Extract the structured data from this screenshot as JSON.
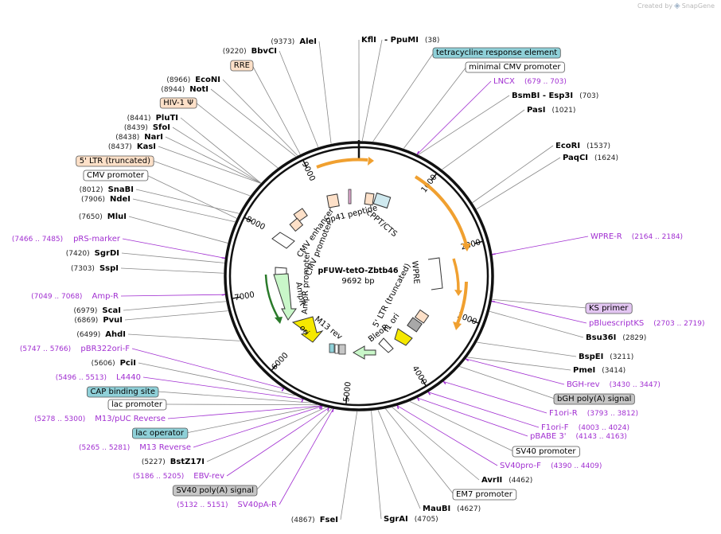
{
  "watermark": {
    "created_by": "Created by",
    "brand": "SnapGene"
  },
  "plasmid": {
    "name": "pFUW-tetO-Zbtb46",
    "length_label": "9692 bp",
    "length": 9692
  },
  "ticks": [
    {
      "bp": 1000,
      "label": "1000"
    },
    {
      "bp": 2000,
      "label": "2000"
    },
    {
      "bp": 3000,
      "label": "3000"
    },
    {
      "bp": 4000,
      "label": "4000"
    },
    {
      "bp": 5000,
      "label": "5000"
    },
    {
      "bp": 6000,
      "label": "6000"
    },
    {
      "bp": 7000,
      "label": "7000"
    },
    {
      "bp": 8000,
      "label": "8000"
    },
    {
      "bp": 9000,
      "label": "9000"
    }
  ],
  "labels": [
    {
      "id": "kfli",
      "kind": "enzyme",
      "name": "KflI",
      "pos": "",
      "bp": 1
    },
    {
      "id": "ppumi",
      "kind": "enzyme",
      "name": "- PpuMI",
      "pos": "(38)",
      "bp": 38
    },
    {
      "id": "tre",
      "kind": "box",
      "style": "teal",
      "name": "tetracycline response element",
      "bp": 160
    },
    {
      "id": "mincmv",
      "kind": "box",
      "style": "white",
      "name": "minimal CMV promoter",
      "bp": 520
    },
    {
      "id": "lncx",
      "kind": "primer",
      "name": "LNCX",
      "pos": "(679 .. 703)",
      "bp": 690
    },
    {
      "id": "bsmbi",
      "kind": "enzyme",
      "name": "BsmBI - Esp3I",
      "pos": "(703)",
      "bp": 703
    },
    {
      "id": "pasi",
      "kind": "enzyme",
      "name": "PasI",
      "pos": "(1021)",
      "bp": 1021
    },
    {
      "id": "ecori",
      "kind": "enzyme",
      "name": "EcoRI",
      "pos": "(1537)",
      "bp": 1537
    },
    {
      "id": "paqci",
      "kind": "enzyme",
      "name": "PaqCI",
      "pos": "(1624)",
      "bp": 1624
    },
    {
      "id": "wprer",
      "kind": "primer",
      "name": "WPRE-R",
      "pos": "(2164 .. 2184)",
      "bp": 2174
    },
    {
      "id": "ksprimer",
      "kind": "box",
      "style": "purple",
      "name": "KS primer",
      "bp": 2690
    },
    {
      "id": "pbsks",
      "kind": "primer",
      "name": "pBluescriptKS",
      "pos": "(2703 .. 2719)",
      "bp": 2711
    },
    {
      "id": "bsu36i",
      "kind": "enzyme",
      "name": "Bsu36I",
      "pos": "(2829)",
      "bp": 2829
    },
    {
      "id": "bspei",
      "kind": "enzyme",
      "name": "BspEI",
      "pos": "(3211)",
      "bp": 3211
    },
    {
      "id": "pmei",
      "kind": "enzyme",
      "name": "PmeI",
      "pos": "(3414)",
      "bp": 3414
    },
    {
      "id": "bghrev",
      "kind": "primer",
      "name": "BGH-rev",
      "pos": "(3430 .. 3447)",
      "bp": 3438
    },
    {
      "id": "bghpa",
      "kind": "box",
      "style": "gray",
      "name": "bGH poly(A) signal",
      "bp": 3550
    },
    {
      "id": "f1orir",
      "kind": "primer",
      "name": "F1ori-R",
      "pos": "(3793 .. 3812)",
      "bp": 3802
    },
    {
      "id": "f1orif",
      "kind": "primer",
      "name": "F1ori-F",
      "pos": "(4003 .. 4024)",
      "bp": 4013
    },
    {
      "id": "pbabe3",
      "kind": "primer",
      "name": "pBABE 3'",
      "pos": "(4143 .. 4163)",
      "bp": 4153
    },
    {
      "id": "sv40pro",
      "kind": "box",
      "style": "white",
      "name": "SV40 promoter",
      "bp": 4250
    },
    {
      "id": "sv40prof",
      "kind": "primer",
      "name": "SV40pro-F",
      "pos": "(4390 .. 4409)",
      "bp": 4400
    },
    {
      "id": "avrii",
      "kind": "enzyme",
      "name": "AvrII",
      "pos": "(4462)",
      "bp": 4462
    },
    {
      "id": "em7",
      "kind": "box",
      "style": "white",
      "name": "EM7 promoter",
      "bp": 4540
    },
    {
      "id": "maubi",
      "kind": "enzyme",
      "name": "MauBI",
      "pos": "(4627)",
      "bp": 4627
    },
    {
      "id": "sgrai",
      "kind": "enzyme",
      "name": "SgrAI",
      "pos": "(4705)",
      "bp": 4705
    },
    {
      "id": "fsei",
      "kind": "enzyme",
      "name": "FseI",
      "pos": "(4867)",
      "bp": 4867
    },
    {
      "id": "sv40par",
      "kind": "primer",
      "name": "SV40pA-R",
      "pos": "(5132 .. 5151)",
      "bp": 5141
    },
    {
      "id": "sv40pa",
      "kind": "box",
      "style": "gray",
      "name": "SV40 poly(A) signal",
      "bp": 5160
    },
    {
      "id": "ebvrev",
      "kind": "primer",
      "name": "EBV-rev",
      "pos": "(5186 .. 5205)",
      "bp": 5195
    },
    {
      "id": "bstz17i",
      "kind": "enzyme",
      "name": "BstZ17I",
      "pos": "(5227)",
      "bp": 5227
    },
    {
      "id": "m13rev",
      "kind": "primer",
      "name": "M13 Reverse",
      "pos": "(5265 .. 5281)",
      "bp": 5273
    },
    {
      "id": "lacop",
      "kind": "box",
      "style": "teal",
      "name": "lac operator",
      "bp": 5290
    },
    {
      "id": "m13puc",
      "kind": "primer",
      "name": "M13/pUC Reverse",
      "pos": "(5278 .. 5300)",
      "bp": 5289
    },
    {
      "id": "lacpro",
      "kind": "box",
      "style": "white",
      "name": "lac promoter",
      "bp": 5330
    },
    {
      "id": "cap",
      "kind": "box",
      "style": "teal",
      "name": "CAP binding site",
      "bp": 5400
    },
    {
      "id": "l4440",
      "kind": "primer",
      "name": "L4440",
      "pos": "(5496 .. 5513)",
      "bp": 5504
    },
    {
      "id": "pcii",
      "kind": "enzyme",
      "name": "PciI",
      "pos": "(5606)",
      "bp": 5606
    },
    {
      "id": "pbr322",
      "kind": "primer",
      "name": "pBR322ori-F",
      "pos": "(5747 .. 5766)",
      "bp": 5756
    },
    {
      "id": "ahdi",
      "kind": "enzyme",
      "name": "AhdI",
      "pos": "(6499)",
      "bp": 6499
    },
    {
      "id": "pvui",
      "kind": "enzyme",
      "name": "PvuI",
      "pos": "(6869)",
      "bp": 6869
    },
    {
      "id": "scai",
      "kind": "enzyme",
      "name": "ScaI",
      "pos": "(6979)",
      "bp": 6979
    },
    {
      "id": "ampr",
      "kind": "primer",
      "name": "Amp-R",
      "pos": "(7049 .. 7068)",
      "bp": 7058
    },
    {
      "id": "sspi",
      "kind": "enzyme",
      "name": "SspI",
      "pos": "(7303)",
      "bp": 7303
    },
    {
      "id": "sgrdi",
      "kind": "enzyme",
      "name": "SgrDI",
      "pos": "(7420)",
      "bp": 7420
    },
    {
      "id": "prsm",
      "kind": "primer",
      "name": "pRS-marker",
      "pos": "(7466 .. 7485)",
      "bp": 7475
    },
    {
      "id": "mlui",
      "kind": "enzyme",
      "name": "MluI",
      "pos": "(7650)",
      "bp": 7650
    },
    {
      "id": "ndei",
      "kind": "enzyme",
      "name": "NdeI",
      "pos": "(7906)",
      "bp": 7906
    },
    {
      "id": "snabi",
      "kind": "enzyme",
      "name": "SnaBI",
      "pos": "(8012)",
      "bp": 8012
    },
    {
      "id": "cmvpro",
      "kind": "box",
      "style": "white",
      "name": "CMV promoter",
      "bp": 7950
    },
    {
      "id": "ltr5",
      "kind": "box",
      "style": "orange",
      "name": "5' LTR (truncated)",
      "bp": 8250
    },
    {
      "id": "kasi",
      "kind": "enzyme",
      "name": "KasI",
      "pos": "(8437)",
      "bp": 8437
    },
    {
      "id": "nari",
      "kind": "enzyme",
      "name": "NarI",
      "pos": "(8438)",
      "bp": 8438
    },
    {
      "id": "sfoi",
      "kind": "enzyme",
      "name": "SfoI",
      "pos": "(8439)",
      "bp": 8439
    },
    {
      "id": "pluti",
      "kind": "enzyme",
      "name": "PluTI",
      "pos": "(8441)",
      "bp": 8441
    },
    {
      "id": "hiv1",
      "kind": "box",
      "style": "orange",
      "name": "HIV-1 Ψ",
      "bp": 8700
    },
    {
      "id": "noti",
      "kind": "enzyme",
      "name": "NotI",
      "pos": "(8944)",
      "bp": 8944
    },
    {
      "id": "econi",
      "kind": "enzyme",
      "name": "EcoNI",
      "pos": "(8966)",
      "bp": 8966
    },
    {
      "id": "rre",
      "kind": "box",
      "style": "orange",
      "name": "RRE",
      "bp": 9000
    },
    {
      "id": "bbvci",
      "kind": "enzyme",
      "name": "BbvCI",
      "pos": "(9220)",
      "bp": 9220
    },
    {
      "id": "alei",
      "kind": "enzyme",
      "name": "AleI",
      "pos": "(9373)",
      "bp": 9373
    }
  ],
  "inner_labels": [
    {
      "id": "gp41",
      "text": "gp41 peptide"
    },
    {
      "id": "cppt",
      "text": "cPPT/CTS"
    },
    {
      "id": "cmvenh",
      "text": "CMV enhancer"
    },
    {
      "id": "cmvprom",
      "text": "CMV promoter"
    },
    {
      "id": "wpre",
      "text": "WPRE"
    },
    {
      "id": "ampr",
      "text": "AmpR"
    },
    {
      "id": "ampprom",
      "text": "AmpR promoter"
    },
    {
      "id": "ltr5t",
      "text": "5' LTR (truncated)"
    },
    {
      "id": "f1ori",
      "text": "f1 ori"
    },
    {
      "id": "bleor",
      "text": "BleoR"
    },
    {
      "id": "m13r",
      "text": "M13 rev"
    },
    {
      "id": "ori",
      "text": "ori"
    }
  ],
  "colors": {
    "primer": "#a12fd1",
    "feature_orange": "#f0a030",
    "amp_green": "#c9f7c9",
    "ori_yellow": "#f5e800",
    "box_teal": "#8fd0d8",
    "box_orange": "#fde0c8",
    "box_purple": "#e3c6f2",
    "box_gray": "#c6c6c6"
  }
}
